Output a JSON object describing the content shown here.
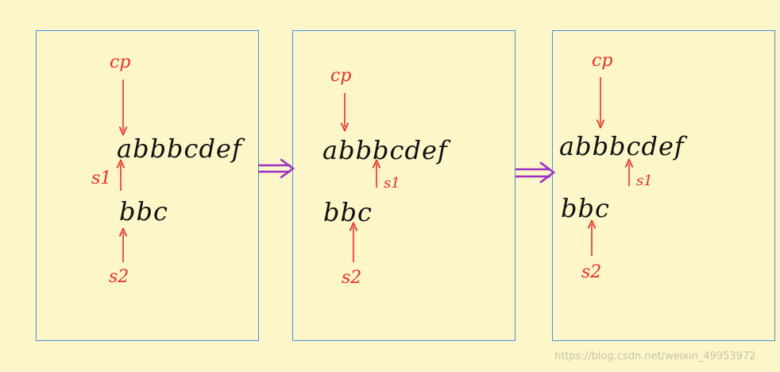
{
  "colors": {
    "background": "#fcf6c8",
    "frame_border": "#4a90e2",
    "pointer_red": "#e8302a",
    "transition_purple": "#9b2fc4",
    "text": "#111111"
  },
  "panels": [
    {
      "main_string": "abbbcdef",
      "pattern_string": "bbc",
      "pointer_cp": "cp",
      "pointer_s1": "s1",
      "pointer_s2": "s2"
    },
    {
      "main_string": "abbbcdef",
      "pattern_string": "bbc",
      "pointer_cp": "cp",
      "pointer_s1": "s1",
      "pointer_s2": "s2"
    },
    {
      "main_string": "abbbcdef",
      "pattern_string": "bbc",
      "pointer_cp": "cp",
      "pointer_s1": "s1",
      "pointer_s2": "s2"
    }
  ],
  "watermark": "https://blog.csdn.net/weixin_49953972"
}
